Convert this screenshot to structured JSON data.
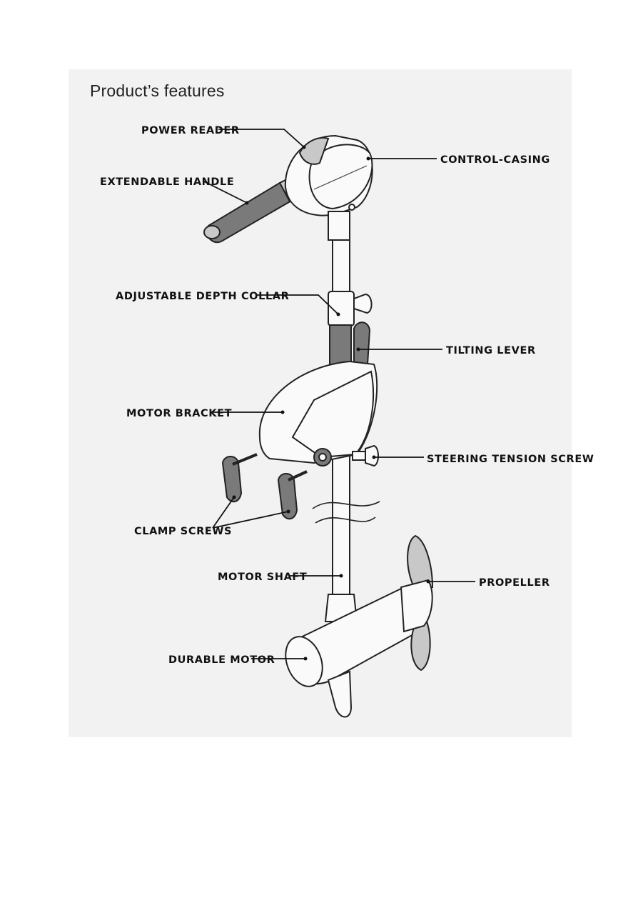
{
  "title": "Product’s features",
  "labels": {
    "power_reader": "POWER READER",
    "control_casing": "CONTROL-CASING",
    "extendable_handle": "EXTENDABLE HANDLE",
    "adjustable_depth_collar": "ADJUSTABLE DEPTH COLLAR",
    "tilting_lever": "TILTING LEVER",
    "motor_bracket": "MOTOR BRACKET",
    "steering_tension_screw": "STEERING TENSION SCREW",
    "clamp_screws": "CLAMP SCREWS",
    "motor_shaft": "MOTOR SHAFT",
    "propeller": "PROPELLER",
    "durable_motor": "DURABLE MOTOR"
  }
}
